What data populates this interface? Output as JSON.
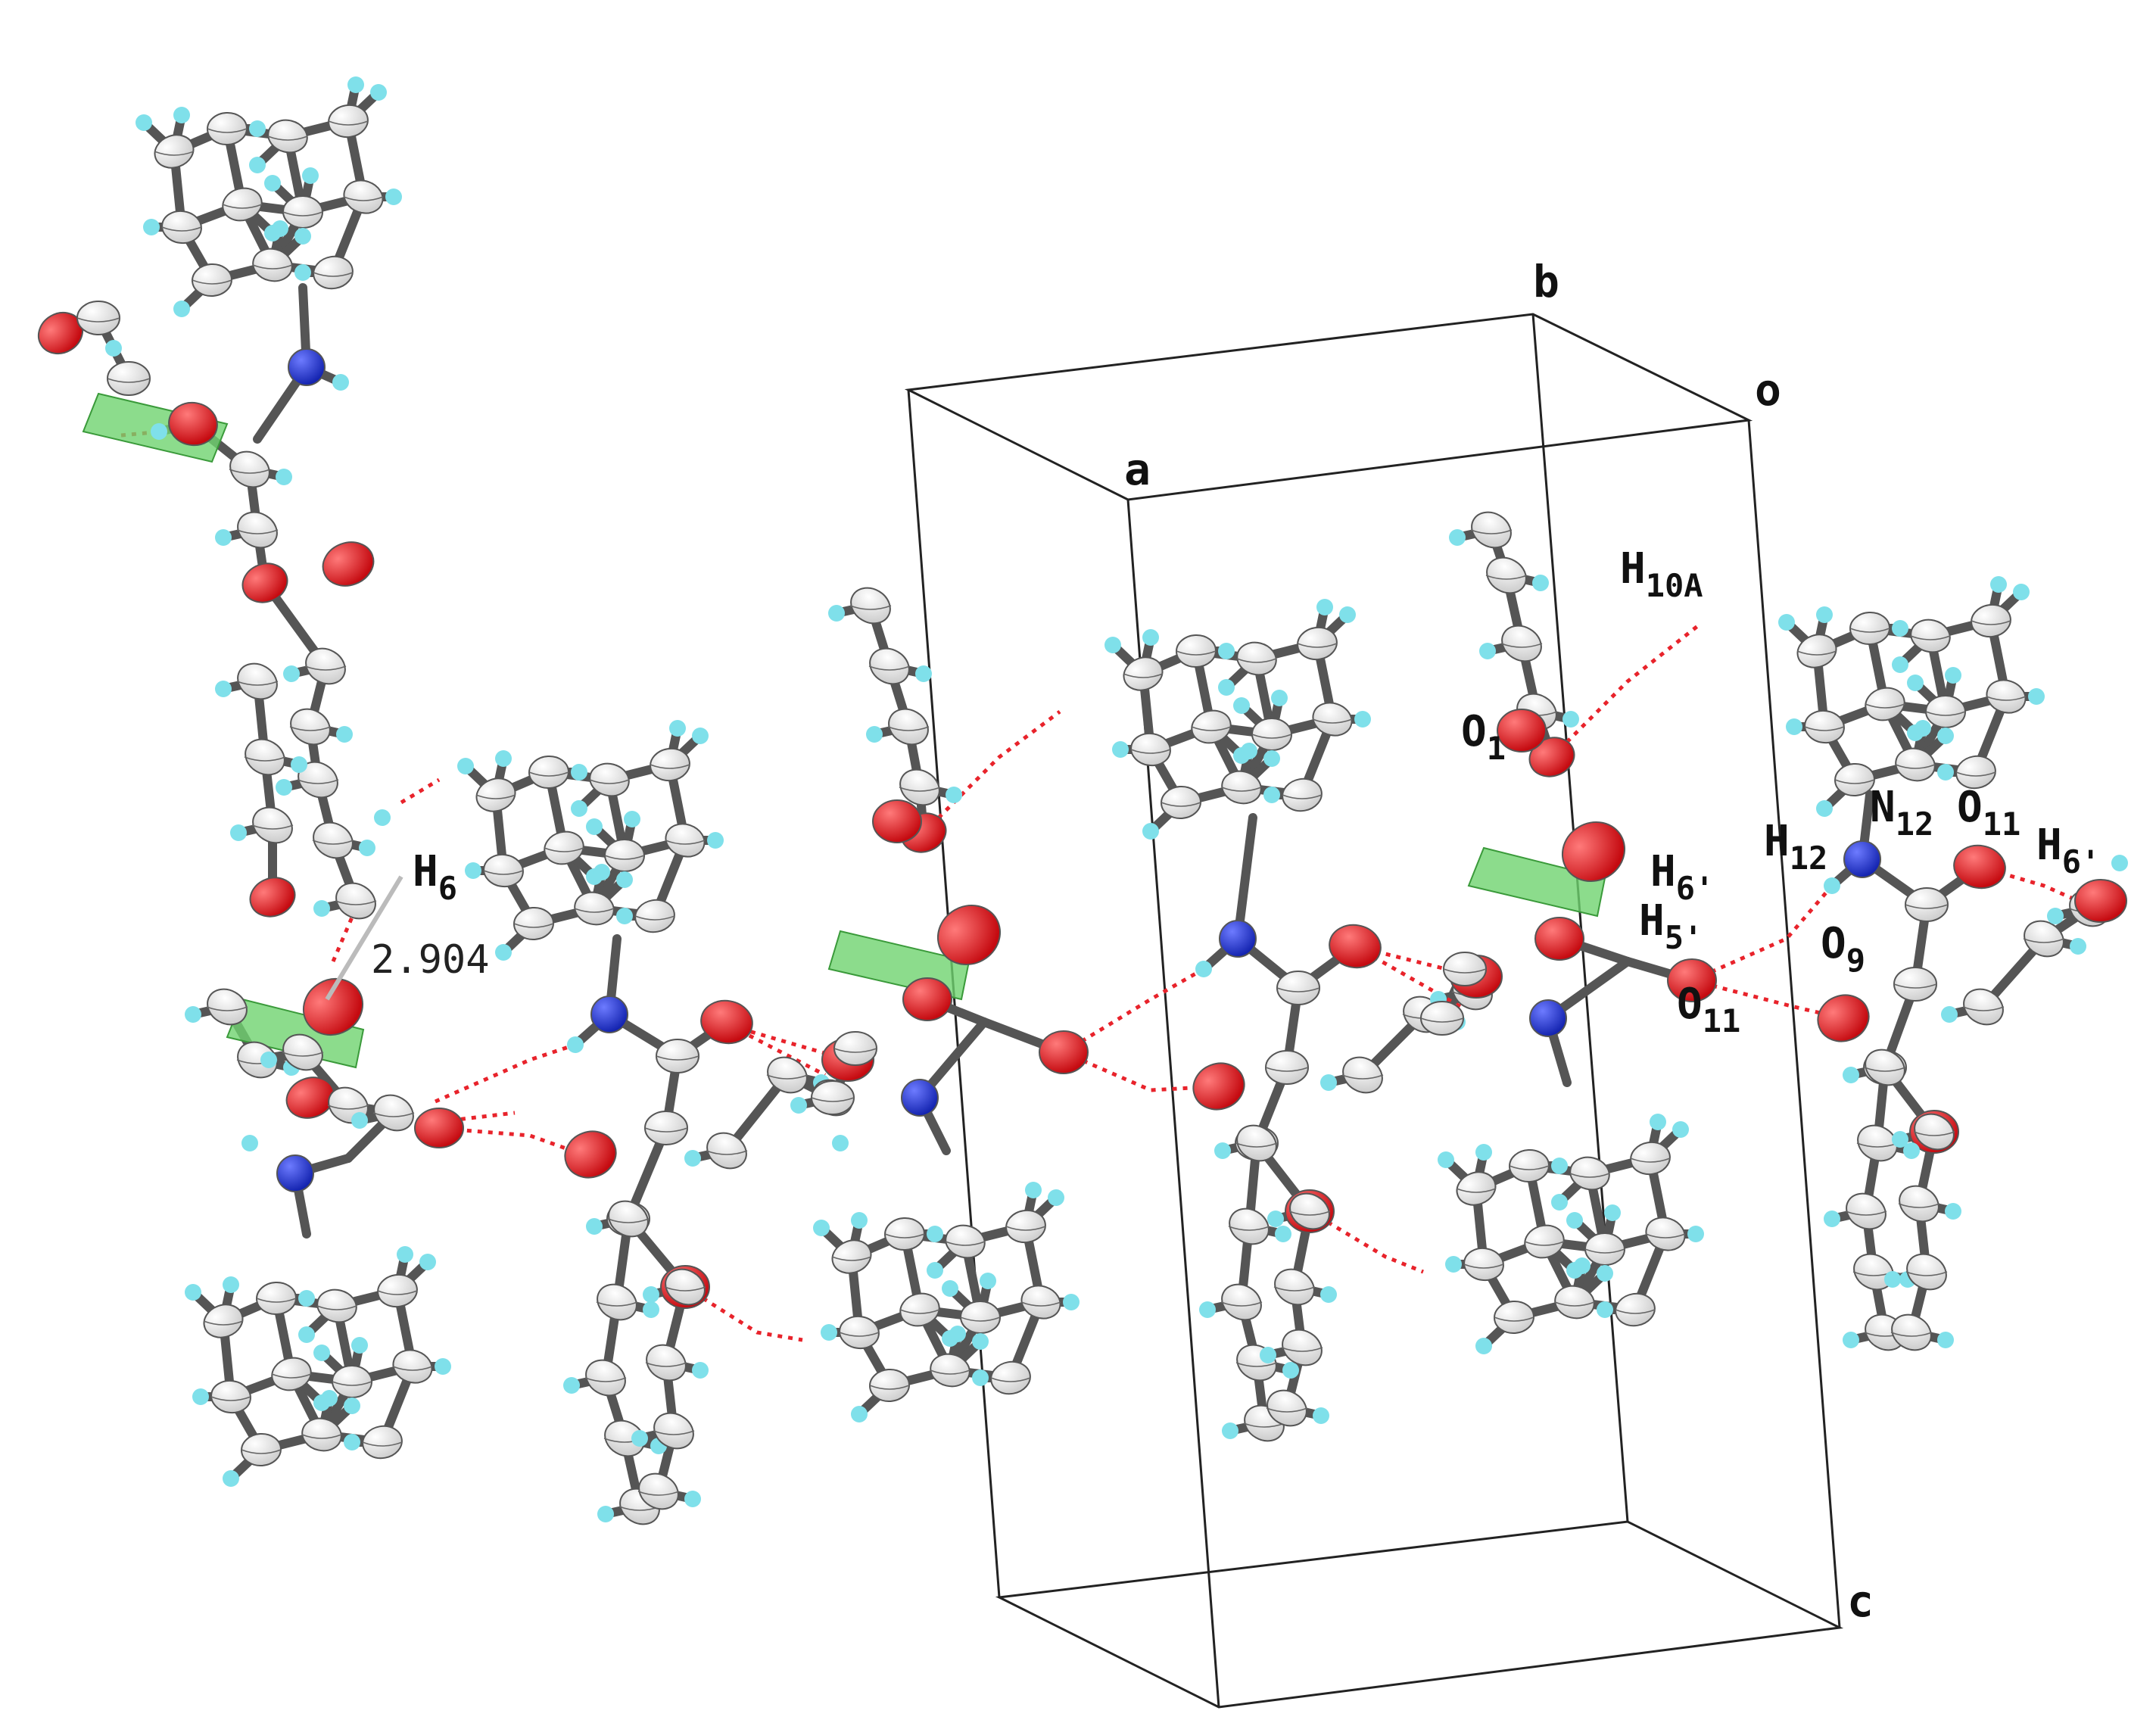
{
  "unit_cell_axes": {
    "a": "a",
    "b": "b",
    "c": "c",
    "origin": "o"
  },
  "atom_labels": [
    {
      "id": "h6",
      "element": "H",
      "sub": "6"
    },
    {
      "id": "h10a",
      "element": "H",
      "sub": "10A"
    },
    {
      "id": "o1",
      "element": "O",
      "sub": "1"
    },
    {
      "id": "h6p",
      "element": "H",
      "sub": "6'"
    },
    {
      "id": "h5p",
      "element": "H",
      "sub": "5'"
    },
    {
      "id": "o11",
      "element": "O",
      "sub": "11"
    },
    {
      "id": "h12",
      "element": "H",
      "sub": "12"
    },
    {
      "id": "n12",
      "element": "N",
      "sub": "12"
    },
    {
      "id": "o11b",
      "element": "O",
      "sub": "11"
    },
    {
      "id": "h6pb",
      "element": "H",
      "sub": "6'"
    },
    {
      "id": "o9",
      "element": "O",
      "sub": "9"
    }
  ],
  "distance_label": "2.904",
  "colors": {
    "carbon": "#f2f2f2",
    "hydrogen": "#7fe0ea",
    "oxygen": "#e3161c",
    "nitrogen": "#1f35d6",
    "bond": "#555555",
    "hbond": "#e8232b",
    "ring_plane": "#6fd36f",
    "cell_edge": "#222222"
  }
}
